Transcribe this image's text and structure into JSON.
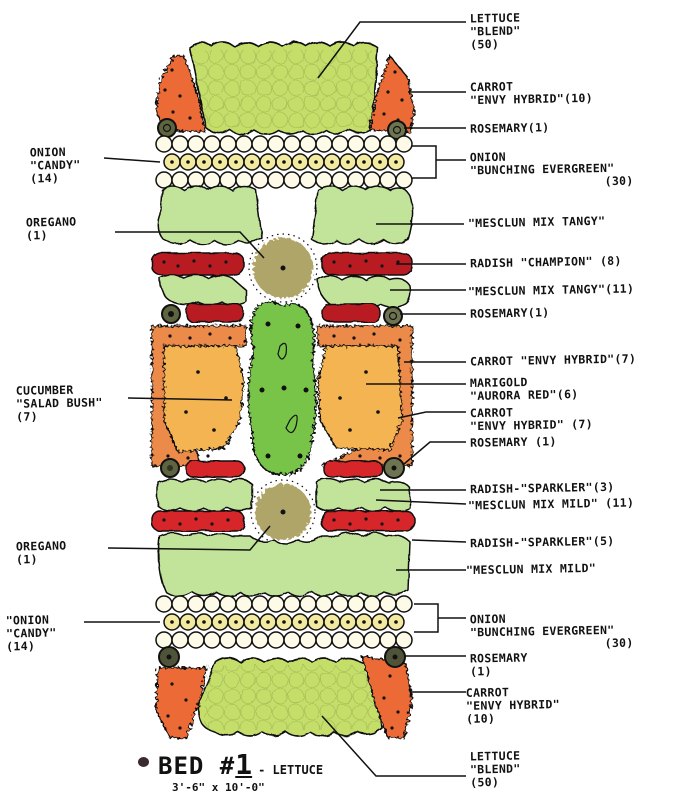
{
  "title": {
    "bed_label": "BED #",
    "bed_number": "1",
    "bed_theme": "- LETTUCE",
    "dimensions": "3'-6\" x 10'-0\""
  },
  "colors": {
    "lettuce": "#c5de6a",
    "mesclun": "#c2e39a",
    "carrot": "#ec6a34",
    "marigold": "#f3b451",
    "radish": "#d6262a",
    "onion_bunching": "#fdfbe8",
    "onion_candy": "#f3eaa0",
    "rosemary": "#5e6340",
    "oregano": "#a89c58",
    "cucumber": "#77c44a",
    "ink": "#111111"
  },
  "labels_right": [
    {
      "lines": [
        "LETTUCE",
        "\"BLEND\"",
        "(50)"
      ]
    },
    {
      "lines": [
        "CARROT",
        "\"ENVY HYBRID\"(10)"
      ]
    },
    {
      "lines": [
        "ROSEMARY(1)"
      ]
    },
    {
      "lines": [
        "ONION",
        "\"BUNCHING EVERGREEN\"",
        "  (30)"
      ]
    },
    {
      "lines": [
        "\"MESCLUN MIX TANGY\""
      ]
    },
    {
      "lines": [
        "RADISH \"CHAMPION\" (8)"
      ]
    },
    {
      "lines": [
        "\"MESCLUN MIX TANGY\"(11)"
      ]
    },
    {
      "lines": [
        "ROSEMARY(1)"
      ]
    },
    {
      "lines": [
        "CARROT \"ENVY HYBRID\"(7)"
      ]
    },
    {
      "lines": [
        "MARIGOLD",
        "\"AURORA RED\"(6)"
      ]
    },
    {
      "lines": [
        "CARROT",
        "\"ENVY HYBRID\" (7)"
      ]
    },
    {
      "lines": [
        "ROSEMARY (1)"
      ]
    },
    {
      "lines": [
        "RADISH-\"SPARKLER\"(3)"
      ]
    },
    {
      "lines": [
        "\"MESCLUN MIX MILD\" (11)"
      ]
    },
    {
      "lines": [
        "RADISH-\"SPARKLER\"(5)"
      ]
    },
    {
      "lines": [
        "\"MESCLUN MIX MILD\""
      ]
    },
    {
      "lines": [
        "ONION",
        "\"BUNCHING EVERGREEN\"",
        "  (30)"
      ]
    },
    {
      "lines": [
        "ROSEMARY",
        "(1)"
      ]
    },
    {
      "lines": [
        "CARROT",
        "\"ENVY HYBRID\"",
        "(10)"
      ]
    },
    {
      "lines": [
        "LETTUCE",
        "\"BLEND\"",
        "(50)"
      ]
    }
  ],
  "labels_left": [
    {
      "lines": [
        "ONION",
        "\"CANDY\"",
        "(14)"
      ]
    },
    {
      "lines": [
        "OREGANO",
        "(1)"
      ]
    },
    {
      "lines": [
        "CUCUMBER",
        "\"SALAD BUSH\"",
        "(7)"
      ]
    },
    {
      "lines": [
        "OREGANO",
        "(1)"
      ]
    },
    {
      "lines": [
        "\"ONION",
        "\"CANDY\"",
        "(14)"
      ]
    }
  ]
}
